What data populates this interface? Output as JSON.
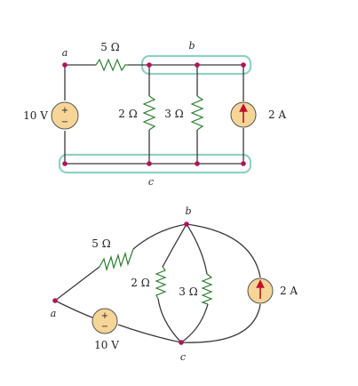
{
  "colors": {
    "wire": "#3a3a3a",
    "resistor": "#2e7d32",
    "node": "#b0125b",
    "source_fill": "#f6d597",
    "node_outline": "#8fd1c1",
    "arrow": "#c0102a"
  },
  "top_circuit": {
    "node_a": "a",
    "node_b": "b",
    "node_c": "c",
    "r_series": "5 Ω",
    "r_left": "2 Ω",
    "r_right": "3 Ω",
    "voltage_source": "10 V",
    "current_source": "2 A",
    "plus_sign": "+",
    "minus_sign": "−"
  },
  "bottom_graph": {
    "node_a": "a",
    "node_b": "b",
    "node_c": "c",
    "r_series": "5 Ω",
    "r_left": "2 Ω",
    "r_right": "3 Ω",
    "voltage_source": "10 V",
    "current_source": "2 A",
    "plus_sign": "+",
    "minus_sign": "−"
  }
}
